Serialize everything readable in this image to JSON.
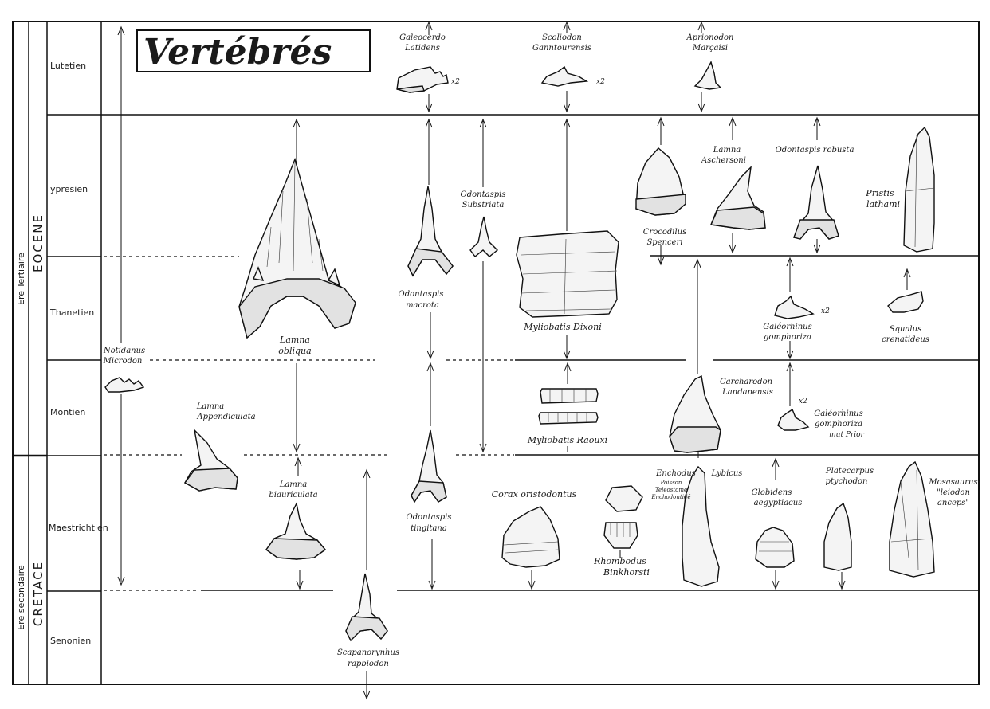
{
  "title": "Vertébrés",
  "eras": {
    "tertiary": "Ere Tertiaire",
    "secondary": "Ere secondaire"
  },
  "periods": {
    "eocene": "EOCENE",
    "cretace": "CRETACE"
  },
  "stages": [
    "Lutetien",
    "ypresien",
    "Thanetien",
    "Montien",
    "Maestrichtien",
    "Senonien"
  ],
  "fossils": {
    "galeocerdo": [
      "Galeocerdo",
      "Latidens"
    ],
    "galeocerdo_mult": "x2",
    "scoliodon": [
      "Scoliodon",
      "Ganntourensis"
    ],
    "scoliodon_mult": "x2",
    "aprionodon": [
      "Aprionodon",
      "Marçaisi"
    ],
    "lamna_obliqua": [
      "Lamna",
      "obliqua"
    ],
    "odontaspis_substriata": [
      "Odontaspis",
      "Substriata"
    ],
    "odontaspis_macrota": [
      "Odontaspis",
      "macrota"
    ],
    "myliobatis_dixoni": "Myliobatis  Dixoni",
    "crocodilus": [
      "Crocodilus",
      "Spenceri"
    ],
    "lamna_aschersoni": [
      "Lamna",
      "Aschersoni"
    ],
    "odontaspis_robusta": "Odontaspis robusta",
    "pristis": [
      "Pristis",
      "lathami"
    ],
    "galeorhinus_1": [
      "Galéorhinus",
      "gomphoriza"
    ],
    "galeorhinus_1_mult": "x2",
    "squalus": [
      "Squalus",
      "crenatideus"
    ],
    "notidanus": [
      "Notidanus",
      "Microdon"
    ],
    "lamna_appendiculata": [
      "Lamna",
      "Appendiculata"
    ],
    "myliobatis_raouxi": "Myliobatis  Raouxi",
    "carcharodon": [
      "Carcharodon",
      "Landanensis"
    ],
    "galeorhinus_2": [
      "Galéorhinus",
      "gomphoriza",
      "mut  Prior"
    ],
    "galeorhinus_2_mult": "x2",
    "lamna_biauriculata": [
      "Lamna",
      "biauriculata"
    ],
    "odontaspis_tingitana": [
      "Odontaspis",
      "tingitana"
    ],
    "corax": "Corax  oristodontus",
    "rhombodus": [
      "Rhombodus",
      "Binkhorsti"
    ],
    "enchodus": [
      "Enchodus",
      "Lybicus"
    ],
    "enchodus_note": [
      "Poisson",
      "Teleostome",
      "Enchodontidé"
    ],
    "globidens": [
      "Globidens",
      "aegyptiacus"
    ],
    "platecarpus": [
      "Platecarpus",
      "ptychodon"
    ],
    "mosasaurus": [
      "Mosasaurus",
      "\"leiodon",
      "anceps\""
    ],
    "scapanorynchus": [
      "Scapanorynhus",
      "rapbiodon"
    ]
  }
}
